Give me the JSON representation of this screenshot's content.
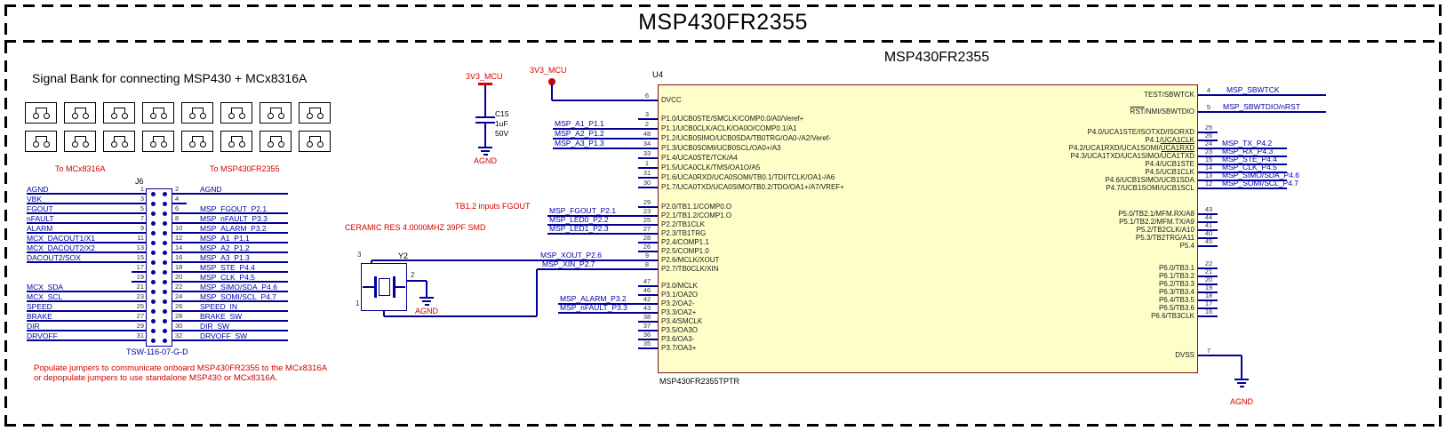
{
  "sheet": {
    "title": "MSP430FR2355",
    "chip_section_title": "MSP430FR2355"
  },
  "signal_bank": {
    "heading": "Signal Bank for connecting MSP430 + MCx8316A",
    "jumper_count": 16,
    "to_left_label": "To MCx8316A",
    "to_right_label": "To MSP430FR2355",
    "note_line1": "Populate jumpers to communicate onboard MSP430FR2355 to the MCx8316A",
    "note_line2": "or depopulate jumpers to use standalone MSP430 or MCx8316A."
  },
  "connector_j6": {
    "refdes": "J6",
    "part_number": "TSW-116-07-G-D",
    "rows": [
      {
        "left_label": "AGND",
        "left_pin": "1",
        "right_pin": "2",
        "right_label": "AGND"
      },
      {
        "left_label": "VBK",
        "left_pin": "3",
        "right_pin": "4",
        "right_label": ""
      },
      {
        "left_label": "FGOUT",
        "left_pin": "5",
        "right_pin": "6",
        "right_label": "MSP_FGOUT_P2.1"
      },
      {
        "left_label": "nFAULT",
        "left_pin": "7",
        "right_pin": "8",
        "right_label": "MSP_nFAULT_P3.3"
      },
      {
        "left_label": "ALARM",
        "left_pin": "9",
        "right_pin": "10",
        "right_label": "MSP_ALARM_P3.2"
      },
      {
        "left_label": "MCX_DACOUT1/X1",
        "left_pin": "11",
        "right_pin": "12",
        "right_label": "MSP_A1_P1.1"
      },
      {
        "left_label": "MCX_DACOUT2/X2",
        "left_pin": "13",
        "right_pin": "14",
        "right_label": "MSP_A2_P1.2"
      },
      {
        "left_label": "DACOUT2/SOX",
        "left_pin": "15",
        "right_pin": "16",
        "right_label": "MSP_A3_P1.3"
      },
      {
        "left_label": "",
        "left_pin": "17",
        "right_pin": "18",
        "right_label": "MSP_STE_P4.4"
      },
      {
        "left_label": "",
        "left_pin": "19",
        "right_pin": "20",
        "right_label": "MSP_CLK_P4.5"
      },
      {
        "left_label": "MCX_SDA",
        "left_pin": "21",
        "right_pin": "22",
        "right_label": "MSP_SIMO/SDA_P4.6"
      },
      {
        "left_label": "MCX_SCL",
        "left_pin": "23",
        "right_pin": "24",
        "right_label": "MSP_SOMI/SCL_P4.7"
      },
      {
        "left_label": "SPEED",
        "left_pin": "25",
        "right_pin": "26",
        "right_label": "SPEED_IN"
      },
      {
        "left_label": "BRAKE",
        "left_pin": "27",
        "right_pin": "28",
        "right_label": "BRAKE_SW"
      },
      {
        "left_label": "DIR",
        "left_pin": "29",
        "right_pin": "30",
        "right_label": "DIR_SW"
      },
      {
        "left_label": "DRVOFF",
        "left_pin": "31",
        "right_pin": "32",
        "right_label": "DRVOFF_SW"
      }
    ]
  },
  "power": {
    "net_label_1": "3V3_MCU",
    "net_label_2": "3V3_MCU",
    "capacitor": {
      "refdes": "C15",
      "value": "1uF",
      "voltage": "50V"
    },
    "ground_label": "AGND"
  },
  "resonator": {
    "note": "CERAMIC RES 4.0000MHZ 39PF SMD",
    "refdes": "Y2",
    "pins": {
      "p1": "1",
      "p2": "2",
      "p3": "3"
    },
    "ground_label": "AGND"
  },
  "annotations": {
    "tb1_note": "TB1.2 inputs FGOUT"
  },
  "mcu": {
    "refdes": "U4",
    "bottom_label": "MSP430FR2355TPTR",
    "dvss_ground_label": "AGND",
    "left_pins": {
      "power": {
        "num": "6",
        "name": "DVCC"
      },
      "p1": [
        {
          "num": "3",
          "name": "P1.0/UCB0STE/SMCLK/COMP0.0/A0/Veref+"
        },
        {
          "num": "2",
          "name": "P1.1/UCB0CLK/ACLK/OA0O/COMP0.1/A1",
          "net": "MSP_A1_P1.1"
        },
        {
          "num": "48",
          "name": "P1.2/UCB0SIMO/UCB0SDA/TB0TRG/OA0-/A2/Veref-",
          "net": "MSP_A2_P1.2"
        },
        {
          "num": "34",
          "name": "P1.3/UCB0SOMI/UCB0SCL/OA0+/A3",
          "net": "MSP_A3_P1.3"
        },
        {
          "num": "33",
          "name": "P1.4/UCA0STE/TCK/A4"
        },
        {
          "num": "1",
          "name": "P1.5/UCA0CLK/TMS/OA1O/A5"
        },
        {
          "num": "31",
          "name": "P1.6/UCA0RXD/UCA0SOMI/TB0.1/TDI/TCLK/OA1-/A6"
        },
        {
          "num": "30",
          "name": "P1.7/UCA0TXD/UCA0SIMO/TB0.2/TDO/OA1+/A7/VREF+"
        }
      ],
      "p2": [
        {
          "num": "29",
          "name": "P2.0/TB1.1/COMP0.O"
        },
        {
          "num": "23",
          "name": "P2.1/TB1.2/COMP1.O",
          "net": "MSP_FGOUT_P2.1"
        },
        {
          "num": "25",
          "name": "P2.2/TB1CLK",
          "net": "MSP_LED0_P2.2"
        },
        {
          "num": "27",
          "name": "P2.3/TB1TRG",
          "net": "MSP_LED1_P2.3"
        },
        {
          "num": "28",
          "name": "P2.4/COMP1.1"
        },
        {
          "num": "26",
          "name": "P2.5/COMP1.0"
        },
        {
          "num": "9",
          "name": "P2.6/MCLK/XOUT",
          "net": "MSP_XOUT_P2.6"
        },
        {
          "num": "8",
          "name": "P2.7/TB0CLK/XIN",
          "net": "MSP_XIN_P2.7"
        }
      ],
      "p3": [
        {
          "num": "47",
          "name": "P3.0/MCLK"
        },
        {
          "num": "46",
          "name": "P3.1/OA2O"
        },
        {
          "num": "42",
          "name": "P3.2/OA2-",
          "net": "MSP_ALARM_P3.2"
        },
        {
          "num": "43",
          "name": "P3.3/OA2+",
          "net": "MSP_nFAULT_P3.3"
        },
        {
          "num": "38",
          "name": "P3.4/SMCLK"
        },
        {
          "num": "37",
          "name": "P3.5/OA3O"
        },
        {
          "num": "36",
          "name": "P3.6/OA3-"
        },
        {
          "num": "35",
          "name": "P3.7/OA3+"
        }
      ]
    },
    "right_pins": {
      "jtag": [
        {
          "num": "4",
          "name": "TEST/SBWTCK",
          "net": "MSP_SBWTCK"
        },
        {
          "num": "5",
          "name": "RST/NMI/SBWTDIO",
          "net": "MSP_SBWTDIO/nRST",
          "overline": "RST"
        }
      ],
      "p4": [
        {
          "num": "25",
          "name": "P4.0/UCA1STE/ISOTXD/ISORXD"
        },
        {
          "num": "26",
          "name": "P4.1/UCA1CLK"
        },
        {
          "num": "24",
          "name": "P4.2/UCA1RXD/UCA1SOMI/UCA1RXD",
          "net": "MSP_TX_P4.2",
          "overline": "UCA1RXD"
        },
        {
          "num": "23",
          "name": "P4.3/UCA1TXD/UCA1SIMO/UCA1TXD",
          "net": "MSP_RX_P4.3",
          "overline": "UCA1TXD"
        },
        {
          "num": "15",
          "name": "P4.4/UCB1STE",
          "net": "MSP_STE_P4.4"
        },
        {
          "num": "14",
          "name": "P4.5/UCB1CLK",
          "net": "MSP_CLK_P4.5"
        },
        {
          "num": "13",
          "name": "P4.6/UCB1SIMO/UCB1SDA",
          "net": "MSP_SIMO/SDA_P4.6"
        },
        {
          "num": "12",
          "name": "P4.7/UCB1SOMI/UCB1SCL",
          "net": "MSP_SOMI/SCL_P4.7"
        }
      ],
      "p5": [
        {
          "num": "43",
          "name": "P5.0/TB2.1/MFM.RX/A8"
        },
        {
          "num": "44",
          "name": "P5.1/TB2.2/MFM.TX/A9"
        },
        {
          "num": "41",
          "name": "P5.2/TB2CLK/A10"
        },
        {
          "num": "40",
          "name": "P5.3/TB2TRG/A11"
        },
        {
          "num": "45",
          "name": "P5.4"
        }
      ],
      "p6": [
        {
          "num": "22",
          "name": "P6.0/TB3.1"
        },
        {
          "num": "21",
          "name": "P6.1/TB3.2"
        },
        {
          "num": "20",
          "name": "P6.2/TB3.3"
        },
        {
          "num": "19",
          "name": "P6.3/TB3.4"
        },
        {
          "num": "18",
          "name": "P6.4/TB3.5"
        },
        {
          "num": "17",
          "name": "P6.5/TB3.6"
        },
        {
          "num": "16",
          "name": "P6.6/TB3CLK"
        }
      ],
      "ground": {
        "num": "7",
        "name": "DVSS"
      }
    }
  },
  "colors": {
    "wire": "#000096",
    "net_label": "#0000a8",
    "red_text": "#d40000",
    "chip_fill": "#fefec9",
    "chip_border": "#7a1212"
  }
}
